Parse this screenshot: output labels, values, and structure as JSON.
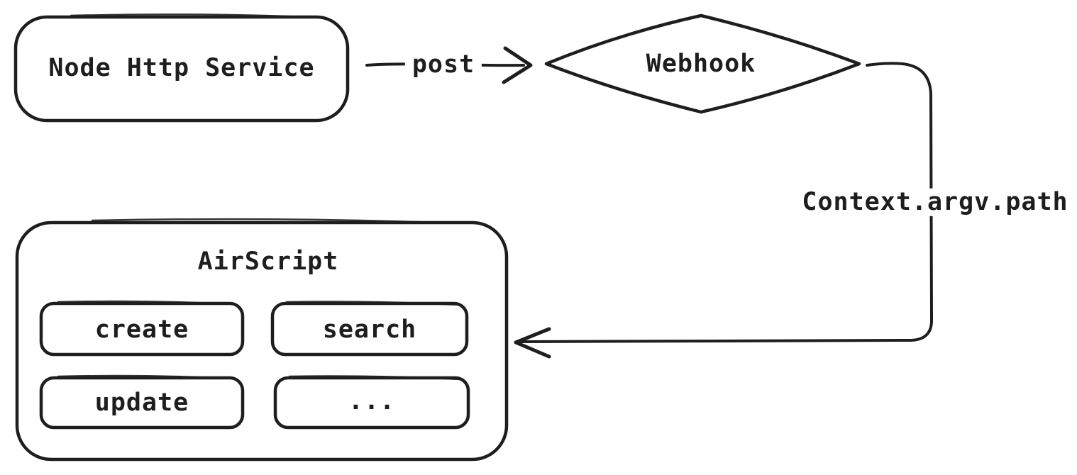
{
  "theme": {
    "bg": "#ffffff",
    "stroke": "#1e1e1e",
    "text": "#1e1e1e"
  },
  "diagram": {
    "type": "flowchart",
    "style": "hand-drawn",
    "nodes": {
      "node_http_service": {
        "label": "Node Http Service",
        "shape": "rounded-rectangle"
      },
      "webhook": {
        "label": "Webhook",
        "shape": "diamond"
      },
      "airscript": {
        "label": "AirScript",
        "shape": "rounded-rectangle",
        "methods": [
          {
            "label": "create"
          },
          {
            "label": "search"
          },
          {
            "label": "update"
          },
          {
            "label": "..."
          }
        ]
      }
    },
    "edges": [
      {
        "from": "node_http_service",
        "to": "webhook",
        "label": "post"
      },
      {
        "from": "webhook",
        "to": "airscript",
        "label": "Context.argv.path"
      }
    ]
  }
}
